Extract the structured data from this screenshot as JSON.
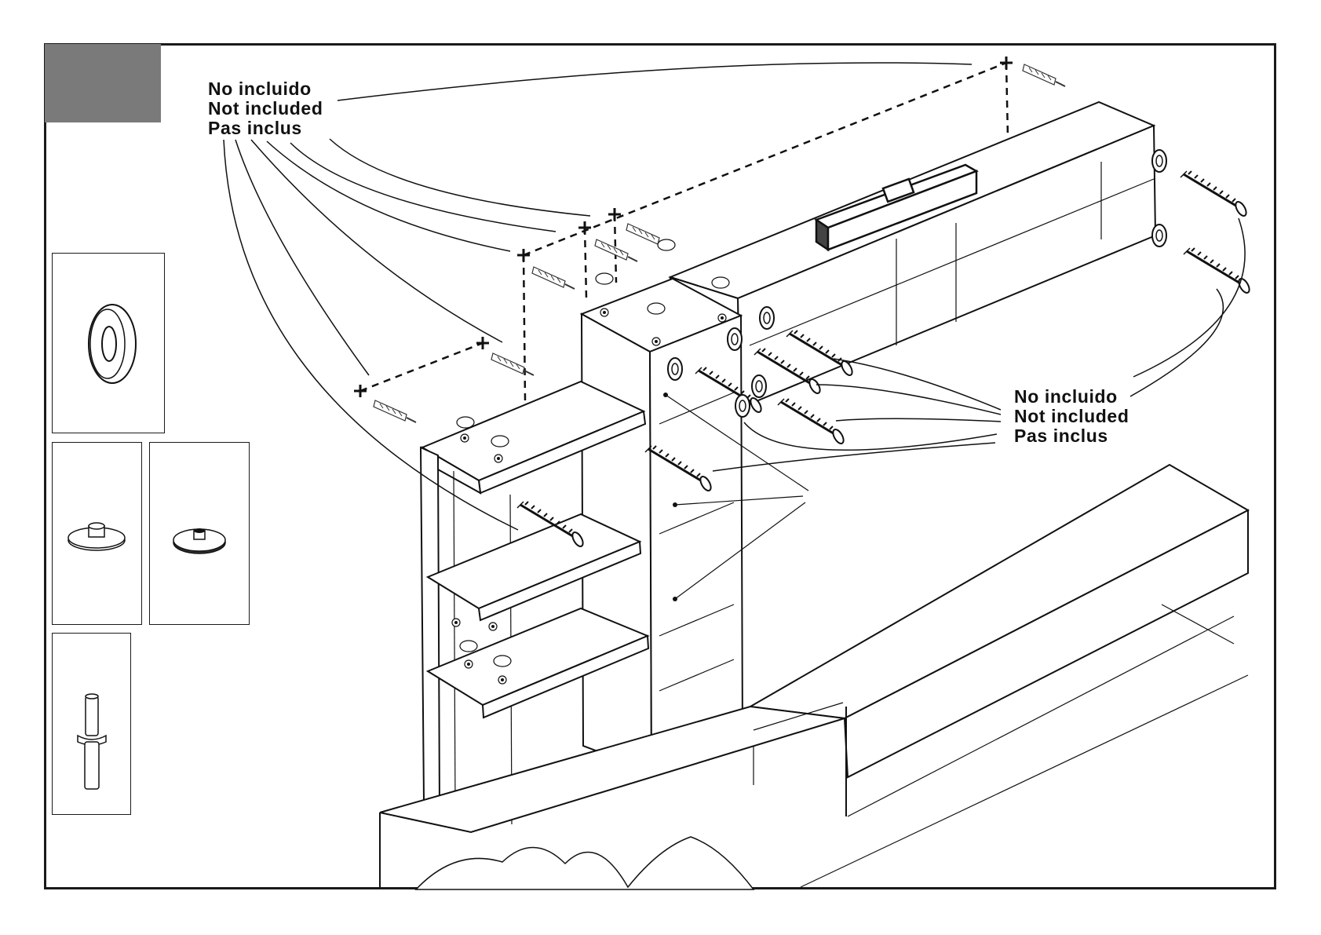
{
  "step": {
    "number": ""
  },
  "labels": {
    "top": [
      "No  incluido",
      "Not included",
      "Pas  inclus"
    ],
    "right": [
      "No  incluido",
      "Not included",
      "Pas  inclus"
    ]
  },
  "parts": [
    {
      "id": "cam-lock-ring",
      "icon": "cam-ring-icon"
    },
    {
      "id": "cover-cap-flat",
      "icon": "cover-cap-icon"
    },
    {
      "id": "cover-cap-dark",
      "icon": "cover-cap-icon"
    },
    {
      "id": "dowel-pin",
      "icon": "dowel-icon"
    }
  ],
  "colors": {
    "step_box": "#7a7a7a",
    "line": "#1a1a1a",
    "background": "#ffffff"
  }
}
